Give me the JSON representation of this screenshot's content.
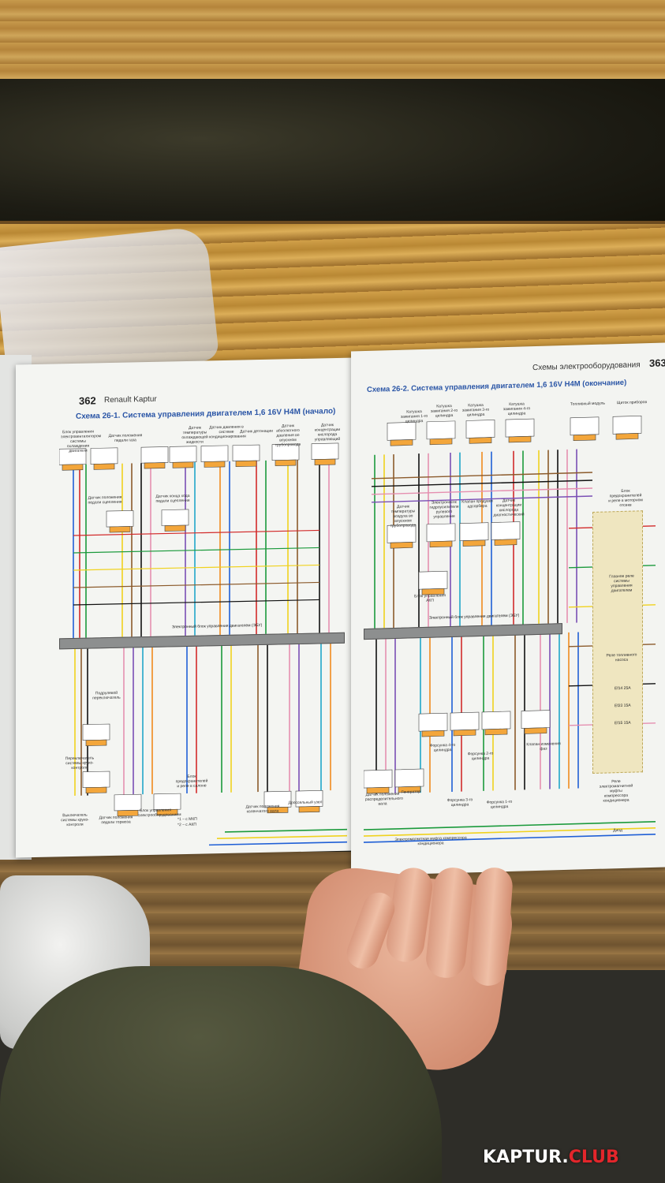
{
  "left_page": {
    "page_number": "362",
    "running_head": "Renault Kaptur",
    "diagram_title": "Схема 26-1. Система управления двигателем 1,6 16V H4M (начало)",
    "labels": [
      "Блок управления электровентилятором системы охлаждения двигателя",
      "Датчик положения педали газа",
      "Датчик температуры охлаждающей жидкости",
      "Датчик давления в системе кондиционирования",
      "Датчик детонации",
      "Датчик абсолютного давления во впускном трубопроводе",
      "Датчик концентрации кислорода управляющий",
      "Датчик положения педали сцепления",
      "Датчик конца хода педали сцепления",
      "Подрулевой переключатель",
      "Переключатель системы круиз-контроля",
      "Выключатель системы круиз-контроля",
      "Датчик положения педали тормоза",
      "Блок управления электрооборудованием",
      "Блок предохранителей и реле в салоне",
      "Датчик положения коленчатого вала",
      "Дроссельный узел"
    ],
    "ecu_label": "Электронный блок управления двигателем (ЭБУ)",
    "footnotes": [
      "*1 – с МКП",
      "*2 – с АКП"
    ]
  },
  "right_page": {
    "page_number": "363",
    "running_head": "Схемы электрооборудования",
    "diagram_title": "Схема 26-2. Система управления двигателем 1,6 16V H4M (окончание)",
    "labels": [
      "Катушка зажигания 1-го цилиндра",
      "Катушка зажигания 2-го цилиндра",
      "Катушка зажигания 3-го цилиндра",
      "Катушка зажигания 4-го цилиндра",
      "Топливный модуль",
      "Щиток приборов",
      "Блок предохранителей и реле в моторном отсеке",
      "Датчик температуры воздуха во впускном трубопроводе",
      "Электронасос гидроусилителя рулевого управления",
      "Клапан продувки адсорбера",
      "Датчик концентрации кислорода диагностический",
      "Блок управления АКП",
      "Главное реле системы управления двигателем",
      "Реле топливного насоса",
      "Клапан изменения фаз",
      "Форсунка 4-го цилиндра",
      "Форсунка 3-го цилиндра",
      "Форсунка 2-го цилиндра",
      "Форсунка 1-го цилиндра",
      "Датчик положения распределительного вала",
      "Генератор",
      "Реле электромагнитной муфты компрессора кондиционера",
      "Диод",
      "Электромагнитная муфта компрессора кондиционера"
    ],
    "ecu_label": "Электронный блок управления двигателем (ЭБУ)",
    "fuses": [
      "Ef14 25A",
      "Ef23 15A",
      "Ef15 15A"
    ]
  },
  "watermark": {
    "main": "KAPTUR.",
    "accent": "CLUB",
    "accent_color": "#e3262b"
  },
  "wire_colors": [
    "#1f5fd6",
    "#d22a2a",
    "#1b9a3c",
    "#f0d21e",
    "#8b5a2b",
    "#111111",
    "#e58fb0",
    "#7a4fb5",
    "#20a7c9",
    "#f08a1d"
  ]
}
